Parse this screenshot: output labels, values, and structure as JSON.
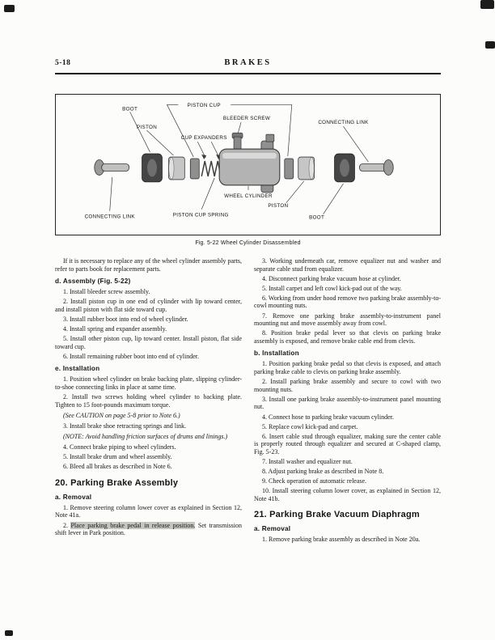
{
  "header": {
    "page_number": "5-18",
    "title": "BRAKES"
  },
  "figure": {
    "caption": "Fig. 5-22  Wheel Cylinder Disassembled",
    "labels": {
      "boot_left": "BOOT",
      "piston_left": "PISTON",
      "piston_cup": "PISTON CUP",
      "cup_expanders": "CUP EXPANDERS",
      "bleeder_screw": "BLEEDER SCREW",
      "connecting_link_right": "CONNECTING LINK",
      "wheel_cylinder": "WHEEL CYLINDER",
      "piston_right": "PISTON",
      "boot_right": "BOOT",
      "connecting_link_left": "CONNECTING LINK",
      "piston_cup_spring": "PISTON CUP SPRING"
    }
  },
  "left_column": {
    "intro": "If it is necessary to replace any of the wheel cylinder assembly parts, refer to parts book for replacement parts.",
    "assembly_heading": "d.  Assembly (Fig. 5-22)",
    "assembly_steps": [
      "1.  Install bleeder screw assembly.",
      "2.  Install piston cup in one end of cylinder with lip toward center, and install piston with flat side toward cup.",
      "3.  Install rubber boot into end of wheel cylinder.",
      "4.  Install spring and expander assembly.",
      "5.  Install other piston cup, lip toward center. Install piston, flat side toward cup.",
      "6.  Install remaining rubber boot into end of cylinder."
    ],
    "installation_heading": "e.  Installation",
    "installation_steps_a": [
      "1.  Position wheel cylinder on brake backing plate, slipping cylinder-to-shoe connecting links in place at same time.",
      "2.  Install two screws holding wheel cylinder to backing plate. Tighten to 15 foot-pounds maximum torque."
    ],
    "caution_note": "(See CAUTION on page 5-8 prior to Note 6.)",
    "installation_step_3": "3.  Install brake shoe retracting springs and link.",
    "handling_note": "(NOTE:  Avoid handling friction surfaces of drums and linings.)",
    "installation_steps_b": [
      "4.  Connect brake piping to wheel cylinders.",
      "5.  Install brake drum and wheel assembly.",
      "6.  Bleed all brakes as described in Note 6."
    ],
    "section20_heading": "20. Parking Brake Assembly",
    "removal_heading": "a.  Removal",
    "removal_step_1": "1.  Remove steering column lower cover as explained in Section 12, Note 41a.",
    "removal_step_2_prefix": "2.  ",
    "removal_step_2_highlight": "Place parking brake pedal in release position.",
    "removal_step_2_rest": " Set transmission shift lever in Park position."
  },
  "right_column": {
    "removal_steps_cont": [
      "3.  Working underneath car, remove equalizer nut and washer and separate cable stud from equalizer.",
      "4.  Disconnect parking brake vacuum hose at cylinder.",
      "5.  Install carpet and left cowl kick-pad out of the way.",
      "6.  Working from under hood remove two parking brake assembly-to-cowl mounting nuts.",
      "7.  Remove one parking brake assembly-to-instrument panel mounting nut and move assembly away from cowl.",
      "8.  Position brake pedal lever so that clevis on parking brake assembly is exposed, and remove brake cable end from clevis."
    ],
    "installation_heading": "b.  Installation",
    "installation_steps": [
      "1.  Position parking brake pedal so that clevis is exposed, and attach parking brake cable to clevis on parking brake assembly.",
      "2.  Install parking brake assembly and secure to cowl with two mounting nuts.",
      "3.  Install one parking brake assembly-to-instrument panel mounting nut.",
      "4.  Connect hose to parking brake vacuum cylinder.",
      "5.  Replace cowl kick-pad and carpet.",
      "6.  Insert cable stud through equalizer, making sure the center cable is properly routed through equalizer and secured at C-shaped clamp, Fig. 5-23.",
      "7.  Install washer and equalizer nut.",
      "8.  Adjust parking brake as described in Note 8.",
      "9.  Check operation of automatic release.",
      "10. Install steering column lower cover, as explained in Section 12, Note 41b."
    ],
    "section21_heading": "21. Parking Brake Vacuum Diaphragm",
    "removal_heading": "a.  Removal",
    "removal_step_1": "1.  Remove parking brake assembly as described in Note 20a."
  }
}
